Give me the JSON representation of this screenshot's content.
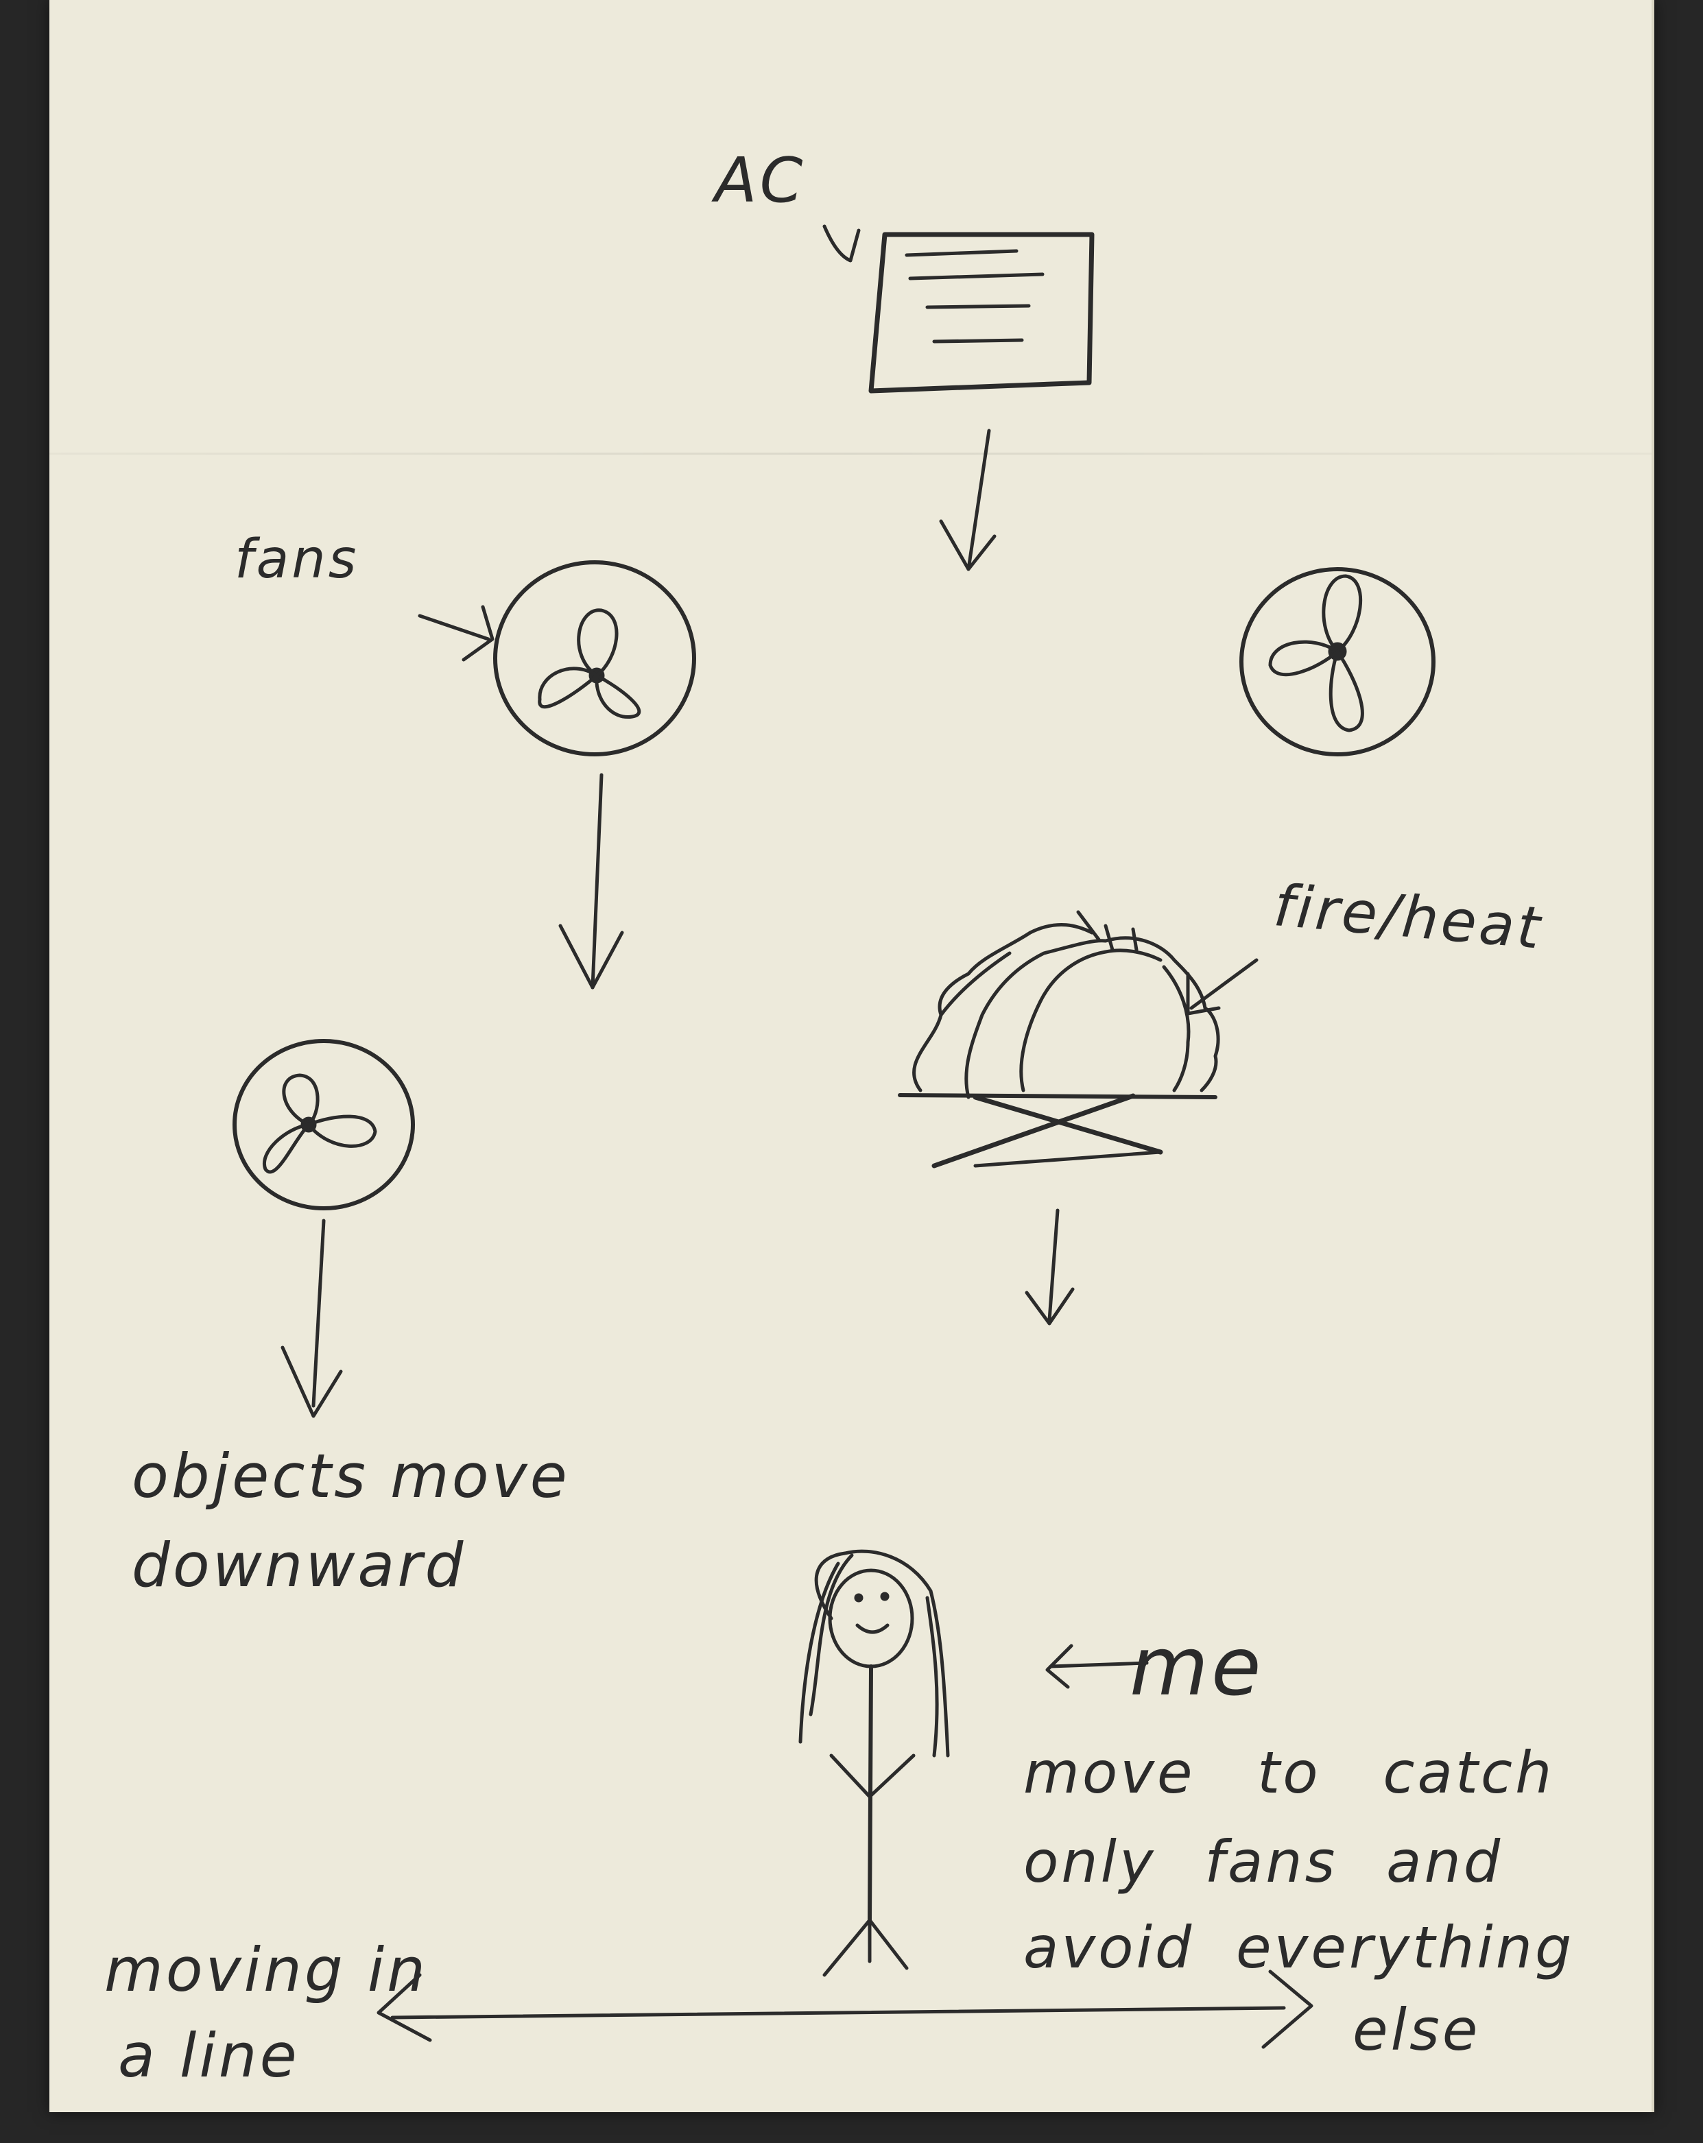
{
  "colors": {
    "ink": "#2b2b2b",
    "paper": "#edeadb",
    "table": "#262626"
  },
  "labels": {
    "ac": "AC",
    "fans": "fans",
    "fire_heat": "fire/heat",
    "objects_move_1": "objects move",
    "objects_move_2": "downward",
    "me": "me",
    "instruction_1": "move to catch",
    "instruction_2": "only fans and",
    "instruction_3": "avoid everything",
    "instruction_4": "else",
    "moving_1": "moving in",
    "moving_2": "a line"
  },
  "icons": [
    "ac-unit-icon",
    "fan-icon",
    "fire-icon",
    "stick-figure-icon"
  ]
}
